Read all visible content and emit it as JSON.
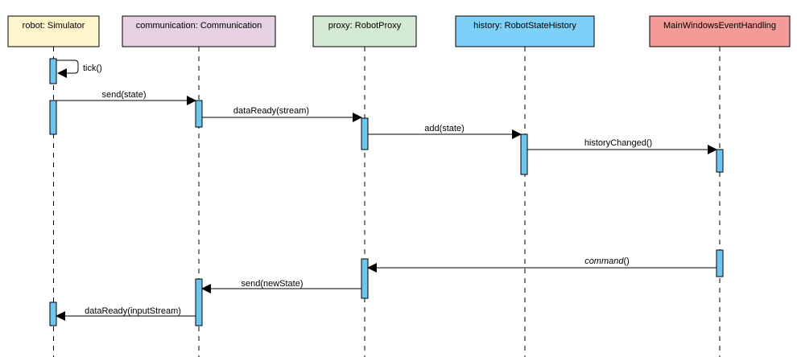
{
  "lifelines": [
    {
      "id": "sim",
      "label": "robot: Simulator",
      "color": "#fff5cc"
    },
    {
      "id": "comm",
      "label": "communication: Communication",
      "color": "#e6d0e3"
    },
    {
      "id": "proxy",
      "label": "proxy: RobotProxy",
      "color": "#d5ead2"
    },
    {
      "id": "hist",
      "label": "history: RobotStateHistory",
      "color": "#7dd0f7"
    },
    {
      "id": "main",
      "label": "MainWindowsEventHandling",
      "color": "#f39c97"
    }
  ],
  "messages": [
    {
      "id": "tick",
      "label": "tick()",
      "italic": false
    },
    {
      "id": "send-state",
      "label": "send(state)",
      "italic": false
    },
    {
      "id": "data-ready",
      "label": "dataReady(stream)",
      "italic": false
    },
    {
      "id": "add-state",
      "label": "add(state)",
      "italic": false
    },
    {
      "id": "history-changed",
      "label": "historyChanged()",
      "italic": false
    },
    {
      "id": "command",
      "label": "command",
      "suffix": "()",
      "italic": true
    },
    {
      "id": "send-newstate",
      "label": "send(newState)",
      "italic": false
    },
    {
      "id": "data-ready-input",
      "label": "dataReady(inputStream)",
      "italic": false
    }
  ],
  "colors": {
    "activation": "#6ec6f0"
  }
}
